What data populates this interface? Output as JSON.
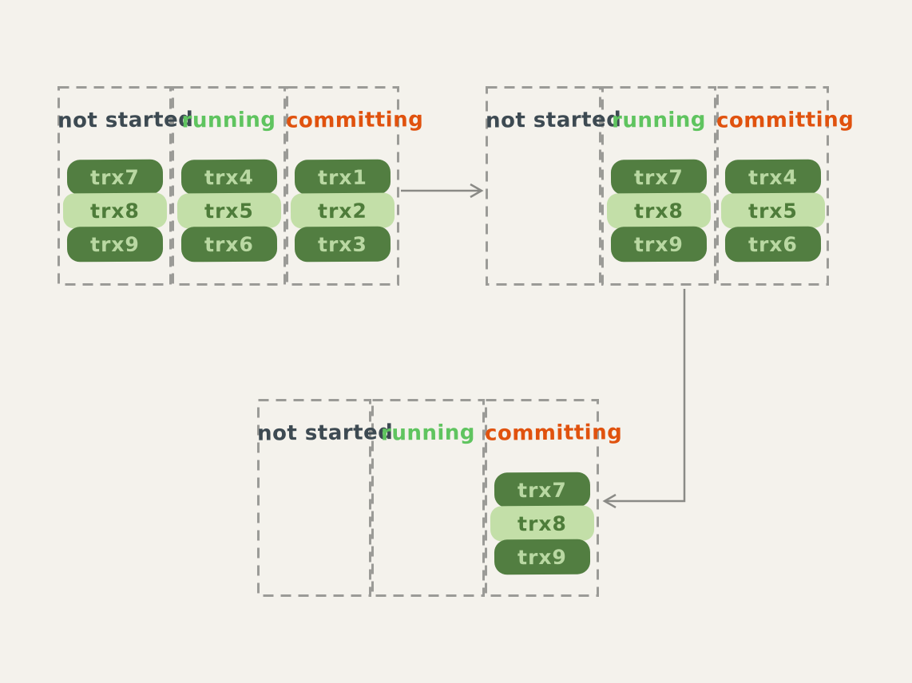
{
  "diagram": {
    "title": "transaction states progression",
    "colors": {
      "background": "#f4f2ec",
      "dashed_border": "#9b9b97",
      "arrow": "#8a8a86",
      "pill_dark_bg": "#527e41",
      "pill_dark_text": "#b9d8a2",
      "pill_light_bg": "#c3dfa8",
      "pill_light_text": "#4e7c3a",
      "not_started_label": "#3d4a52",
      "running_label": "#5fc45f",
      "committing_label": "#e0520e"
    },
    "groups": [
      {
        "name": "stage-1",
        "columns": [
          {
            "label": "not started",
            "label_color": "#3d4a52",
            "pills": [
              {
                "text": "trx7",
                "variant": "dark"
              },
              {
                "text": "trx8",
                "variant": "light"
              },
              {
                "text": "trx9",
                "variant": "dark"
              }
            ]
          },
          {
            "label": "running",
            "label_color": "#5fc45f",
            "pills": [
              {
                "text": "trx4",
                "variant": "dark"
              },
              {
                "text": "trx5",
                "variant": "light"
              },
              {
                "text": "trx6",
                "variant": "dark"
              }
            ]
          },
          {
            "label": "committing",
            "label_color": "#e0520e",
            "pills": [
              {
                "text": "trx1",
                "variant": "dark"
              },
              {
                "text": "trx2",
                "variant": "light"
              },
              {
                "text": "trx3",
                "variant": "dark"
              }
            ]
          }
        ]
      },
      {
        "name": "stage-2",
        "columns": [
          {
            "label": "not started",
            "label_color": "#3d4a52",
            "pills": []
          },
          {
            "label": "running",
            "label_color": "#5fc45f",
            "pills": [
              {
                "text": "trx7",
                "variant": "dark"
              },
              {
                "text": "trx8",
                "variant": "light"
              },
              {
                "text": "trx9",
                "variant": "dark"
              }
            ]
          },
          {
            "label": "committing",
            "label_color": "#e0520e",
            "pills": [
              {
                "text": "trx4",
                "variant": "dark"
              },
              {
                "text": "trx5",
                "variant": "light"
              },
              {
                "text": "trx6",
                "variant": "dark"
              }
            ]
          }
        ]
      },
      {
        "name": "stage-3",
        "columns": [
          {
            "label": "not started",
            "label_color": "#3d4a52",
            "pills": []
          },
          {
            "label": "running",
            "label_color": "#5fc45f",
            "pills": []
          },
          {
            "label": "committing",
            "label_color": "#e0520e",
            "pills": [
              {
                "text": "trx7",
                "variant": "dark"
              },
              {
                "text": "trx8",
                "variant": "light"
              },
              {
                "text": "trx9",
                "variant": "dark"
              }
            ]
          }
        ]
      }
    ]
  }
}
